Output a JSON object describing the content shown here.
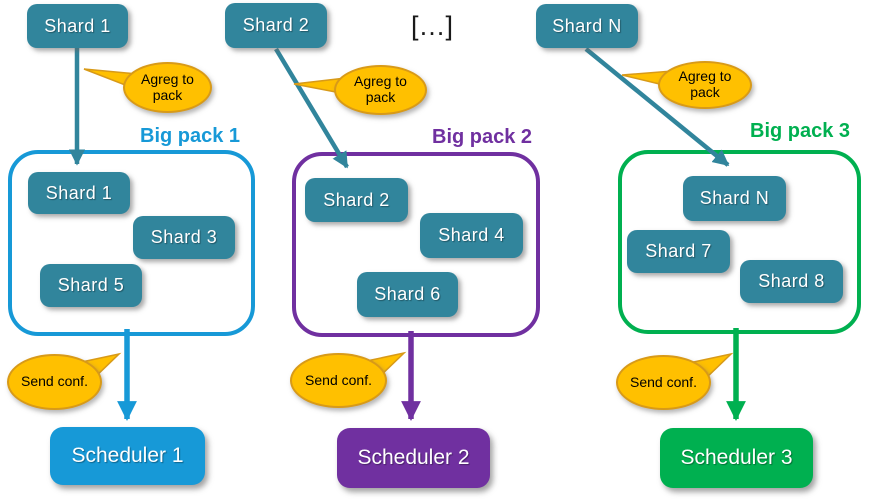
{
  "ellipsis": "[…]",
  "colors": {
    "shard_fill": "#31859C",
    "bubble_fill": "#FFC000",
    "bubble_border": "#D89A18",
    "column1_accent": "#1799D7",
    "column2_accent": "#7030A0",
    "column3_accent": "#00B050"
  },
  "columns": [
    {
      "top_shard": "Shard 1",
      "agreg_label": "Agreg to pack",
      "pack_label": "Big pack 1",
      "pack_shards": [
        "Shard 1",
        "Shard 3",
        "Shard 5"
      ],
      "send_label": "Send conf.",
      "scheduler": "Scheduler 1",
      "accent_color": "#1799D7"
    },
    {
      "top_shard": "Shard 2",
      "agreg_label": "Agreg to pack",
      "pack_label": "Big pack 2",
      "pack_shards": [
        "Shard 2",
        "Shard 4",
        "Shard 6"
      ],
      "send_label": "Send conf.",
      "scheduler": "Scheduler 2",
      "accent_color": "#7030A0"
    },
    {
      "top_shard": "Shard N",
      "agreg_label": "Agreg to pack",
      "pack_label": "Big pack 3",
      "pack_shards": [
        "Shard N",
        "Shard 7",
        "Shard 8"
      ],
      "send_label": "Send conf.",
      "scheduler": "Scheduler 3",
      "accent_color": "#00B050"
    }
  ]
}
